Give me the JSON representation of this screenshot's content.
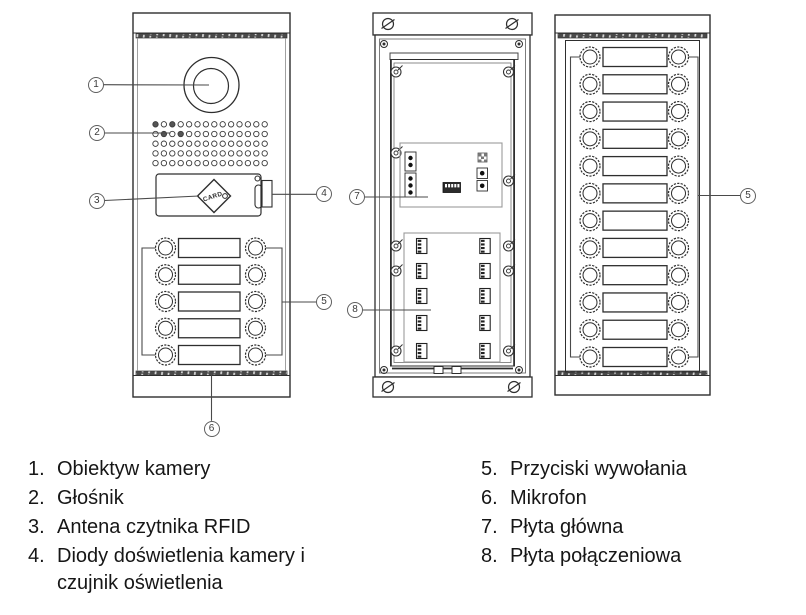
{
  "figure": {
    "panels": {
      "front": {
        "card_label": "CARD",
        "speaker_grid": {
          "rows": 5,
          "cols": 14
        },
        "call_button_rows": 5
      },
      "rear": {
        "connection_blocks": {
          "rows": 5,
          "cols": 2
        }
      },
      "extension": {
        "call_button_rows": 12
      }
    },
    "callouts": {
      "c1": "1",
      "c2": "2",
      "c3": "3",
      "c4": "4",
      "c5": "5",
      "c6": "6",
      "c7": "7",
      "c8": "8"
    }
  },
  "legend": {
    "left": [
      {
        "num": "1.",
        "label": "Obiektyw kamery"
      },
      {
        "num": "2.",
        "label": "Głośnik"
      },
      {
        "num": "3.",
        "label": "Antena czytnika RFID"
      },
      {
        "num": "4.",
        "label": "Diody doświetlenia kamery i czujnik oświetlenia"
      }
    ],
    "right": [
      {
        "num": "5.",
        "label": "Przyciski wywołania"
      },
      {
        "num": "6.",
        "label": "Mikrofon"
      },
      {
        "num": "7.",
        "label": "Płyta główna"
      },
      {
        "num": "8.",
        "label": "Płyta połączeniowa"
      }
    ]
  },
  "colors": {
    "line": "#2e2e2e",
    "board_outline": "#9a9a9a",
    "text": "#161616"
  }
}
